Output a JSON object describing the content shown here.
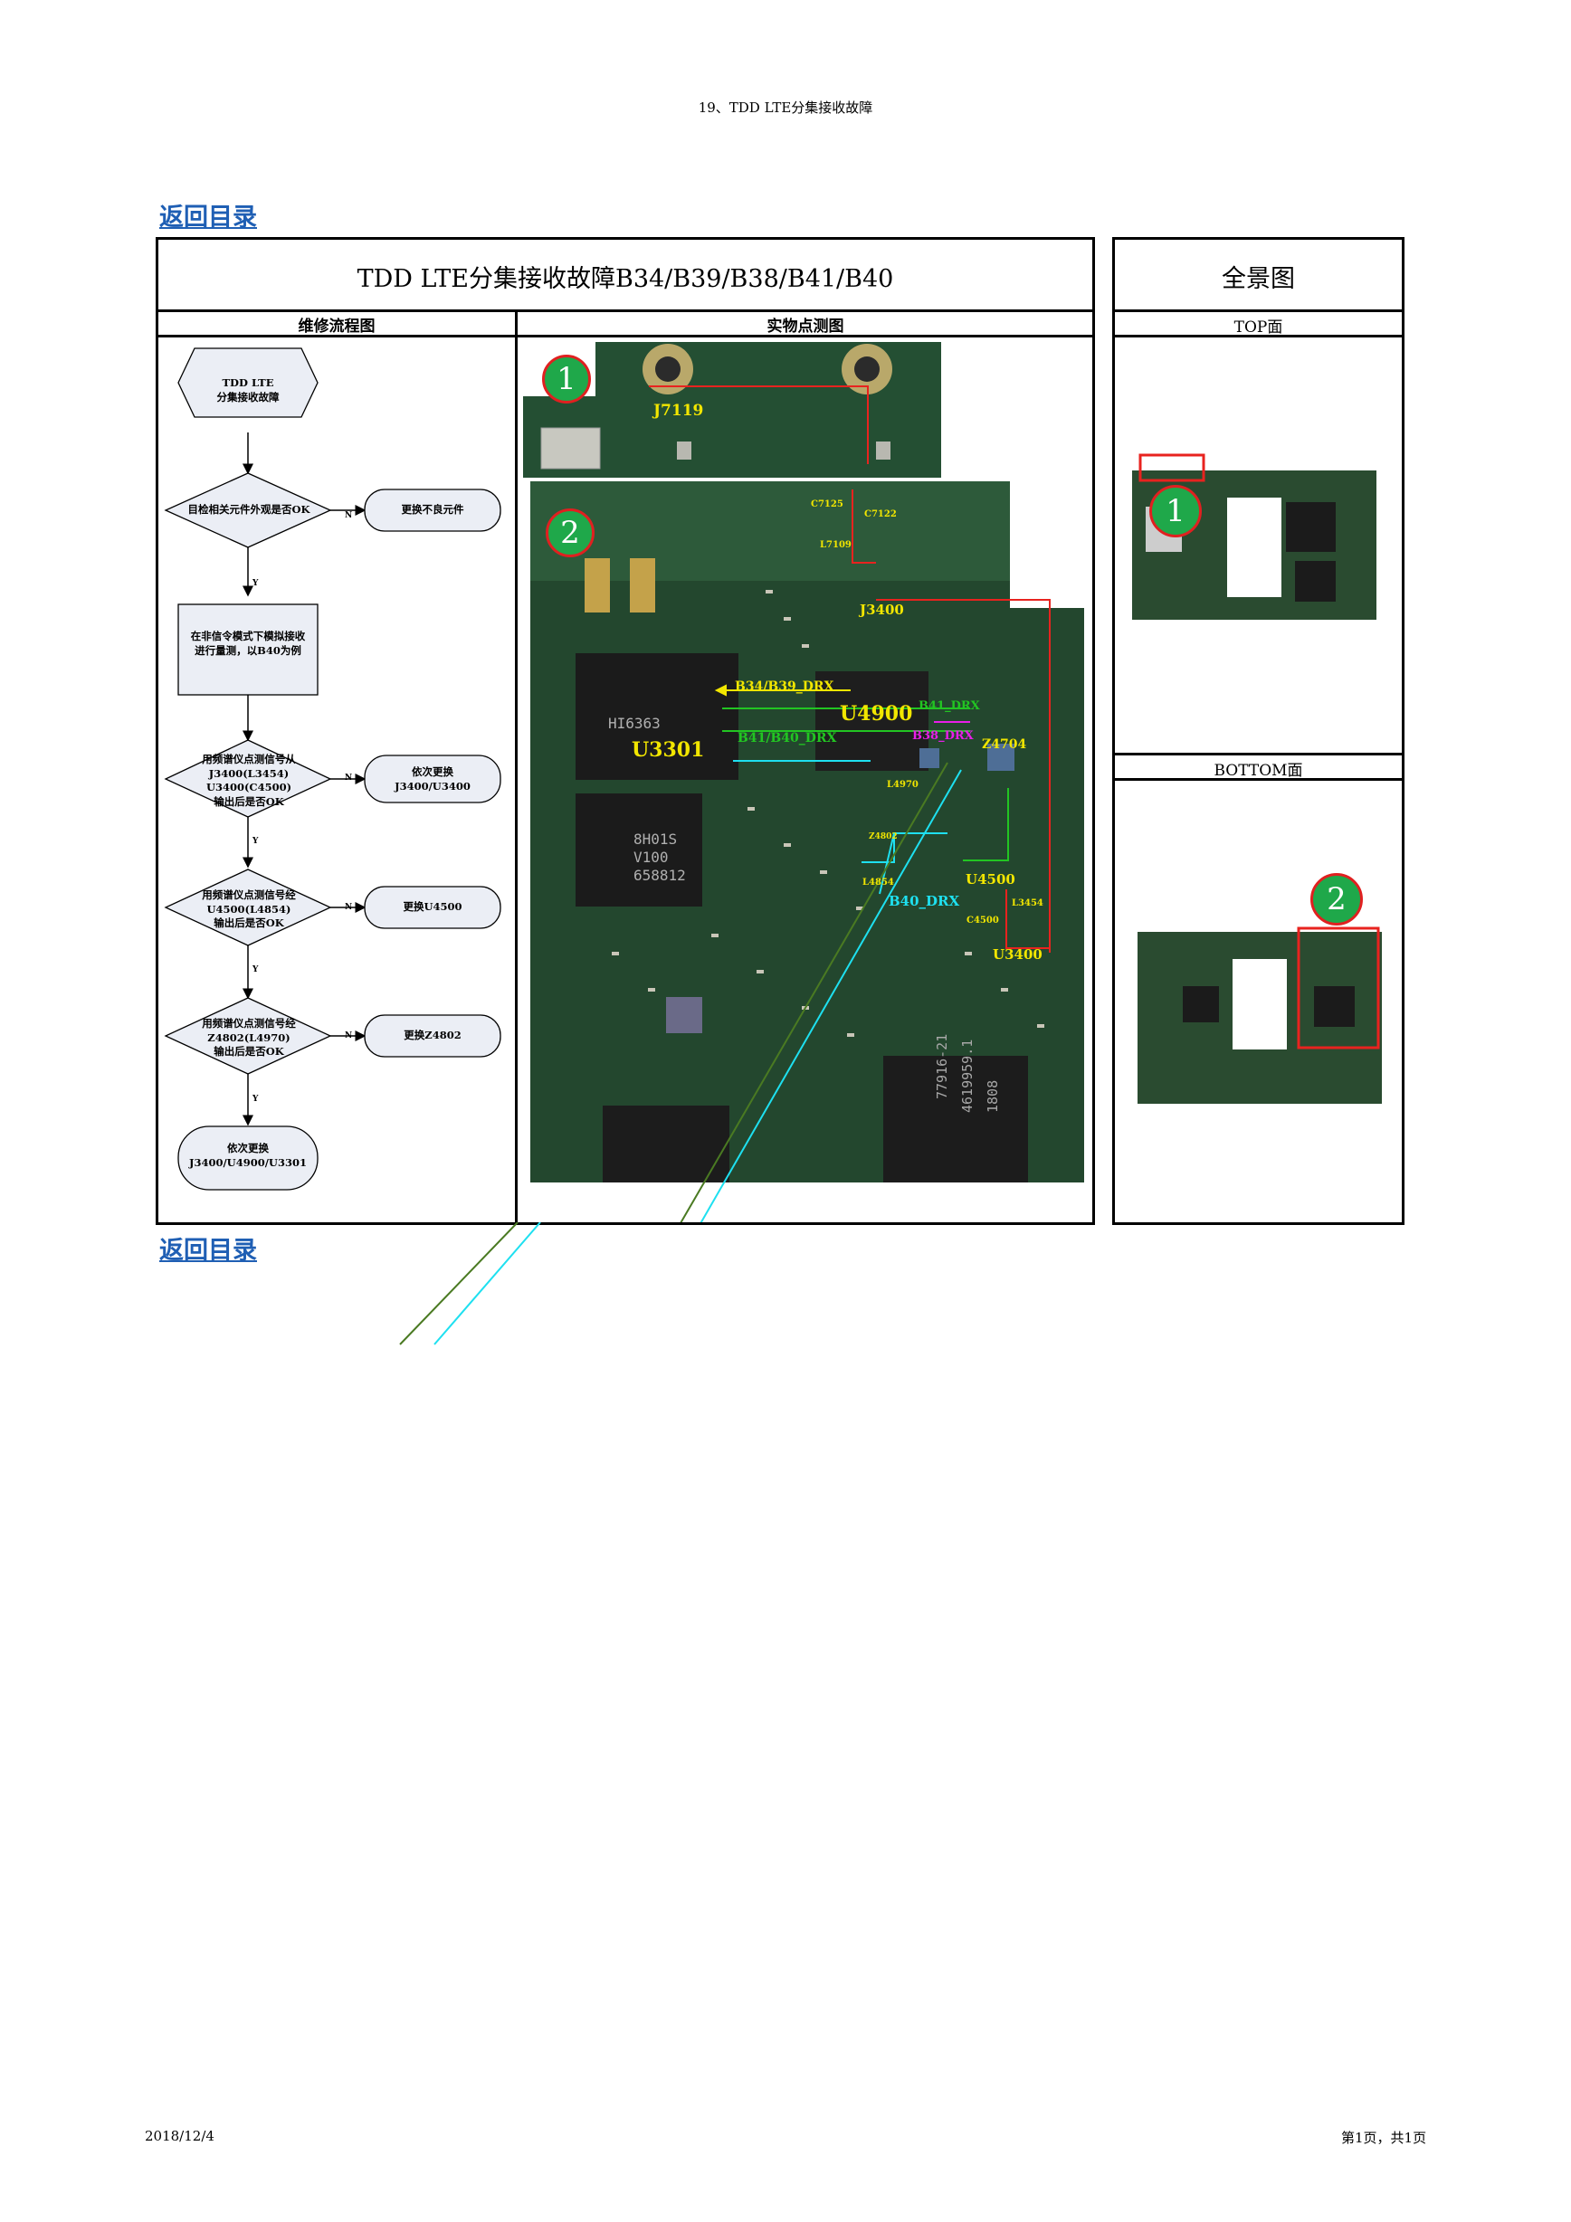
{
  "header": {
    "title": "19、TDD LTE分集接收故障"
  },
  "nav": {
    "back_top": "返回目录",
    "back_bottom": "返回目录"
  },
  "table": {
    "main_title": "TDD LTE分集接收故障B34/B39/B38/B41/B40",
    "panorama_title": "全景图",
    "col_flow": "维修流程图",
    "col_photo": "实物点测图",
    "top_face": "TOP面",
    "bottom_face": "BOTTOM面"
  },
  "flowchart": {
    "start": [
      "TDD LTE",
      "分集接收故障"
    ],
    "check1": "目检相关元件外观是否OK",
    "action1": "更换不良元件",
    "process": [
      "在非信令模式下模拟接收",
      "进行量测，以B40为例"
    ],
    "check2": [
      "用频谱仪点测信号从",
      "J3400(L3454)",
      "U3400(C4500)",
      "输出后是否OK"
    ],
    "action2": [
      "依次更换",
      "J3400/U3400"
    ],
    "check3": [
      "用频谱仪点测信号经",
      "U4500(L4854)",
      "输出后是否OK"
    ],
    "action3": "更换U4500",
    "check4": [
      "用频谱仪点测信号经",
      "Z4802(L4970)",
      "输出后是否OK"
    ],
    "action4": "更换Z4802",
    "end": [
      "依次更换",
      "J3400/U4900/U3301"
    ],
    "n": "N",
    "y": "Y"
  },
  "photo": {
    "marker1": "1",
    "marker2": "2",
    "labels": {
      "j7119": "J7119",
      "j3400": "J3400",
      "c7125": "C7125",
      "c7122": "C7122",
      "l7109": "L7109",
      "u4900": "U4900",
      "u3301": "U3301",
      "z4704": "Z4704",
      "b34_b39": "B34/B39_DRX",
      "b41_drx": "B41_DRX",
      "b38_drx": "B38_DRX",
      "b40_drx": "B40_DRX",
      "b41_b40": "B41/B40_DRX",
      "l4970": "L4970",
      "z4802": "Z4802",
      "l4854": "L4854",
      "u4500": "U4500",
      "c4500": "C4500",
      "l3454": "L3454",
      "u3400": "U3400",
      "chip_a": "HI6363",
      "chip_b": "8H01S",
      "chip_c": "V100",
      "chip_d": "658812",
      "chip_e": "77916-21",
      "chip_f": "1808",
      "chip_g": "4619959.1"
    },
    "colors": {
      "red": "#e8231f",
      "yellow": "#f2e600",
      "green": "#22c522",
      "magenta": "#e81ee8",
      "cyan": "#1ee0f0",
      "blue": "#2a5ad8"
    }
  },
  "footer": {
    "date": "2018/12/4",
    "page": "第1页，共1页"
  }
}
